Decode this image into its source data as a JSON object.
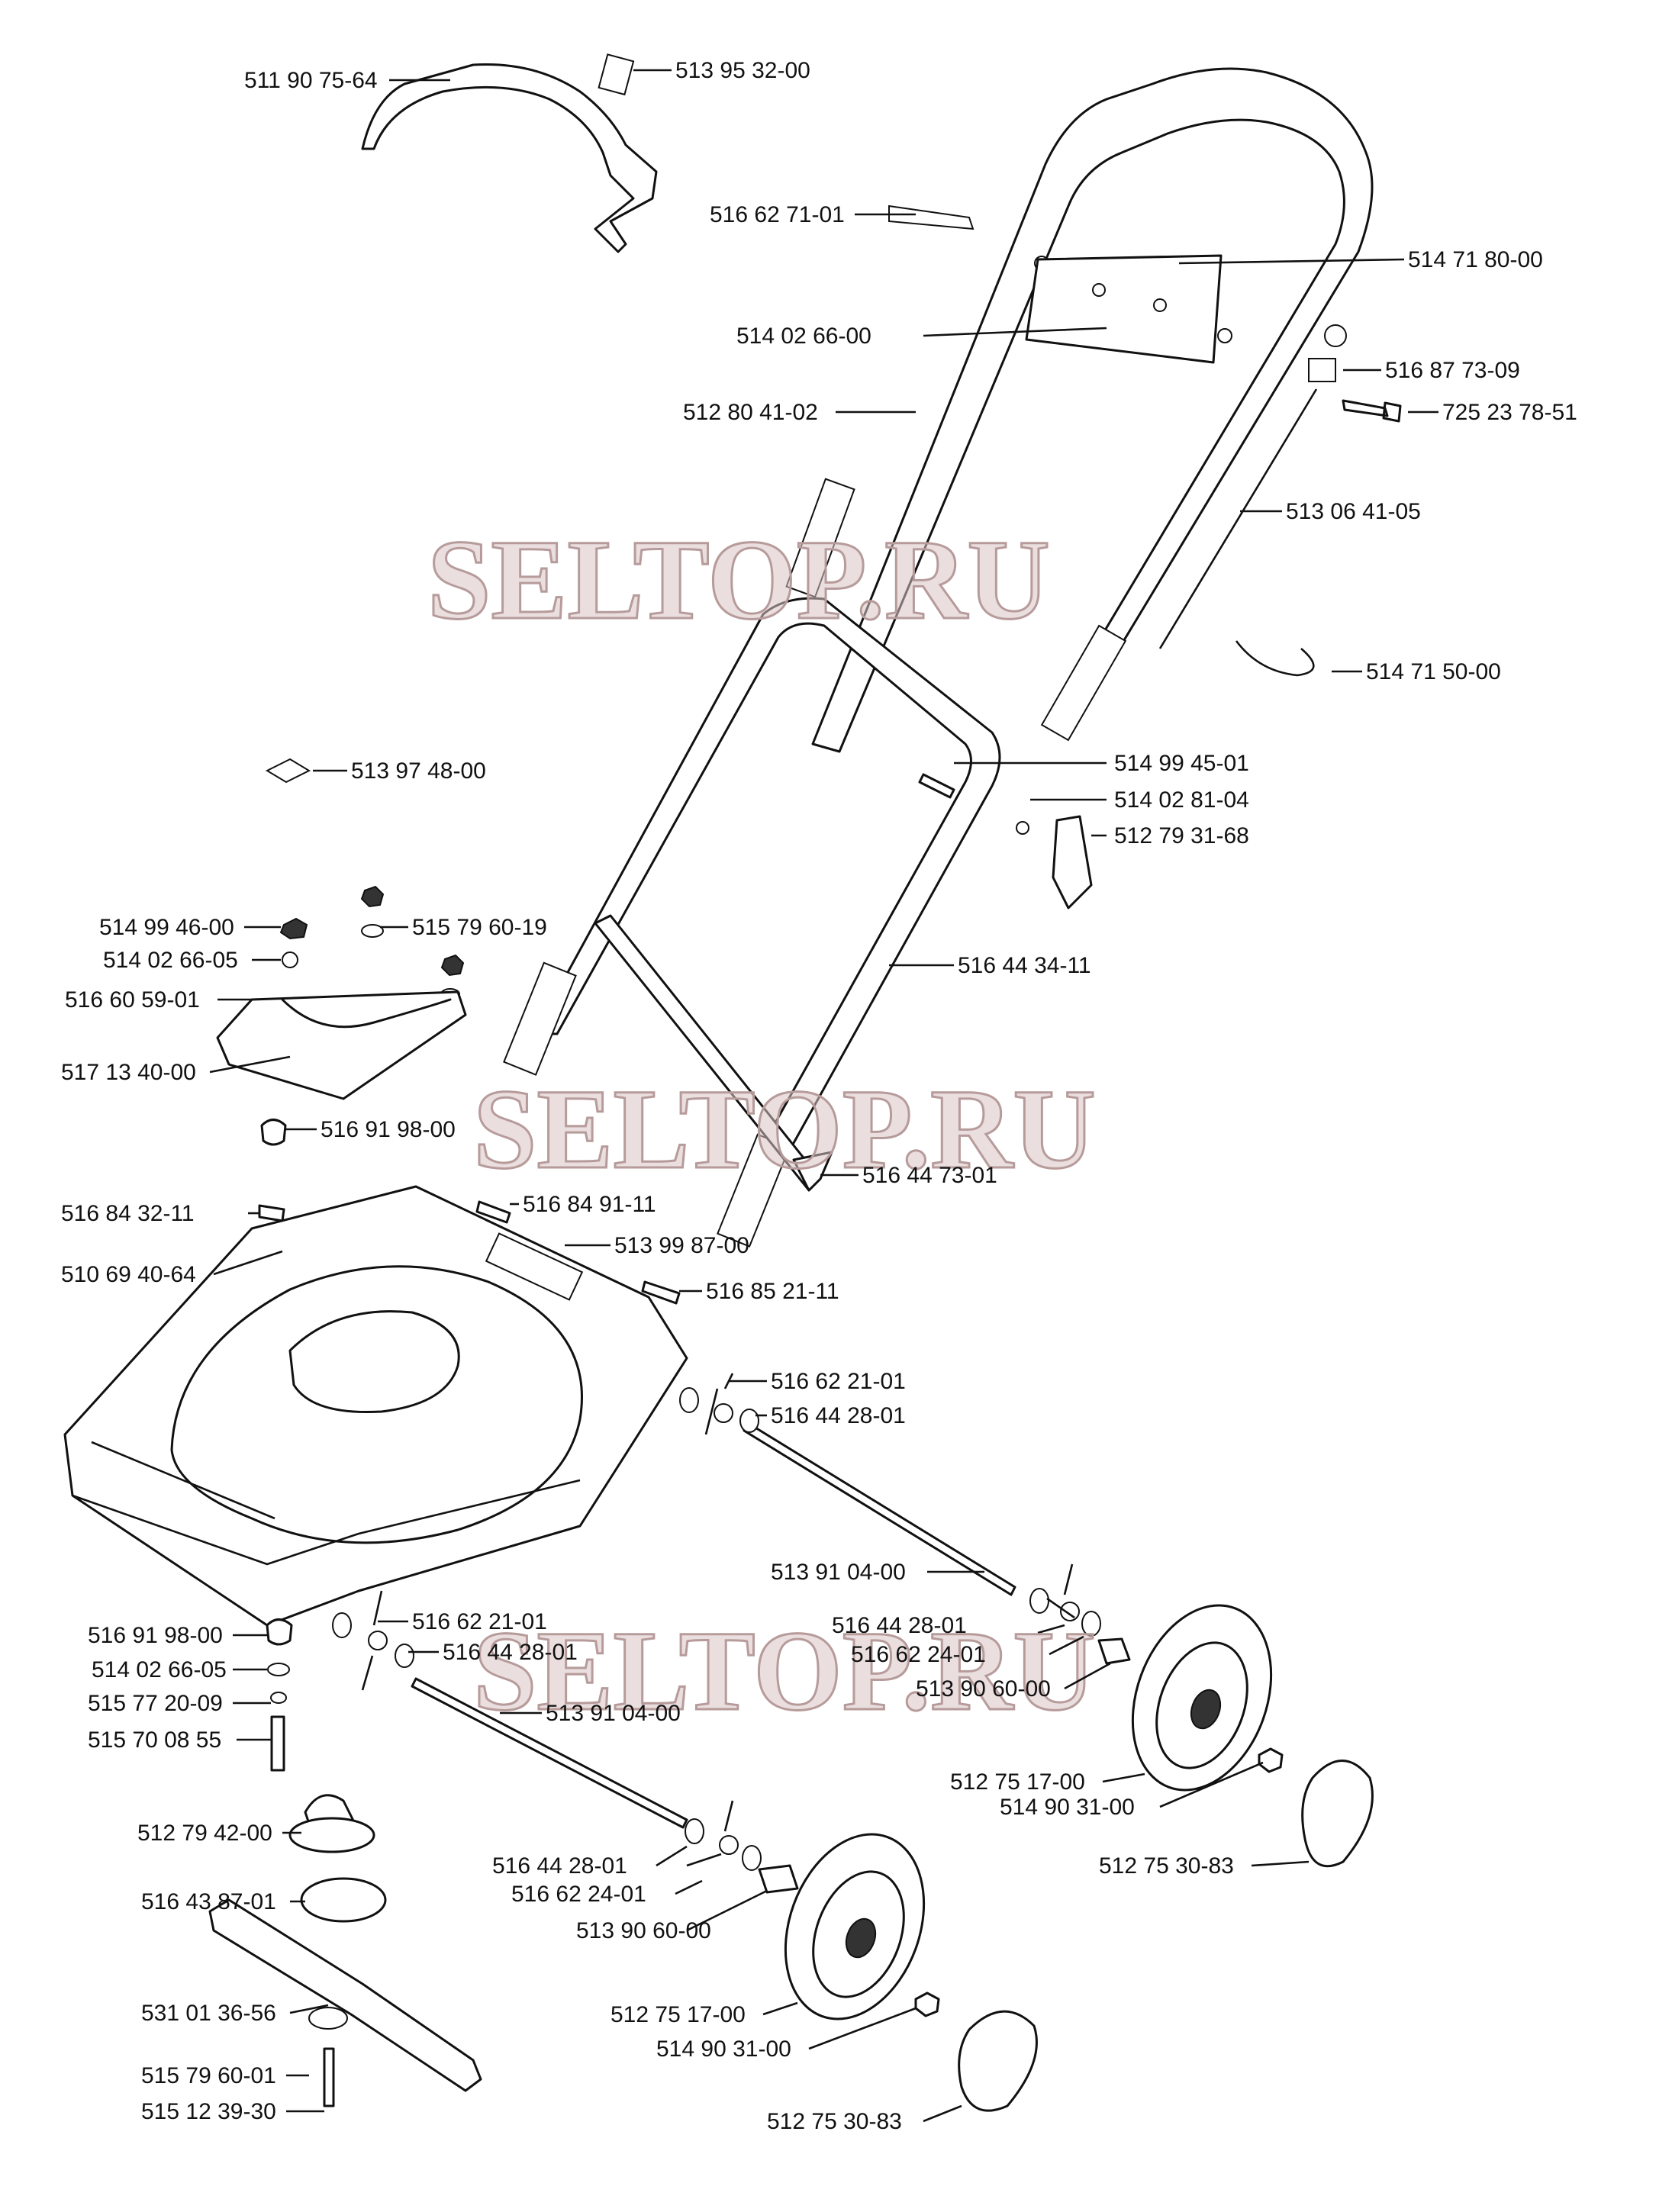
{
  "watermarks": [
    "SELTOP.RU",
    "SELTOP.RU",
    "SELTOP.RU"
  ],
  "labels": {
    "l01": "511 90 75-64",
    "l02": "513 95 32-00",
    "l03": "516 62 71-01",
    "l04": "514 71 80-00",
    "l05": "514 02 66-00",
    "l06": "516 87 73-09",
    "l07": "725 23 78-51",
    "l08": "512 80 41-02",
    "l09": "513 06 41-05",
    "l10": "514 71 50-00",
    "l11": "513 97 48-00",
    "l12": "514 99 45-01",
    "l13": "514 02 81-04",
    "l14": "512 79 31-68",
    "l15": "514 99 46-00",
    "l16": "515 79 60-19",
    "l17": "514 02 66-05",
    "l18": "516 60 59-01",
    "l19": "516 44 34-11",
    "l20": "517 13 40-00",
    "l21": "516 91 98-00",
    "l22": "516 44 73-01",
    "l23": "516 84 32-11",
    "l24": "516 84 91-11",
    "l25": "513 99 87-00",
    "l26": "510 69 40-64",
    "l27": "516 85 21-11",
    "l28": "516 62 21-01",
    "l29": "516 44 28-01",
    "l30": "513 91 04-00",
    "l31": "516 44 28-01",
    "l32": "516 62 24-01",
    "l33": "513 90 60-00",
    "l34": "516 62 21-01",
    "l35": "516 44 28-01",
    "l36": "516 91 98-00",
    "l37": "514 02 66-05",
    "l38": "513 91 04-00",
    "l39": "515 77 20-09",
    "l40": "515 70 08 55",
    "l41": "512 75 17-00",
    "l42": "514 90 31-00",
    "l43": "512 79 42-00",
    "l44": "512 75 30-83",
    "l45": "516 44 28-01",
    "l46": "516 62 24-01",
    "l47": "516 43 87-01",
    "l48": "513 90 60-00",
    "l49": "531 01 36-56",
    "l50": "512 75 17-00",
    "l51": "515 79 60-01",
    "l52": "514 90 31-00",
    "l53": "515 12 39-30",
    "l54": "512 75 30-83"
  }
}
